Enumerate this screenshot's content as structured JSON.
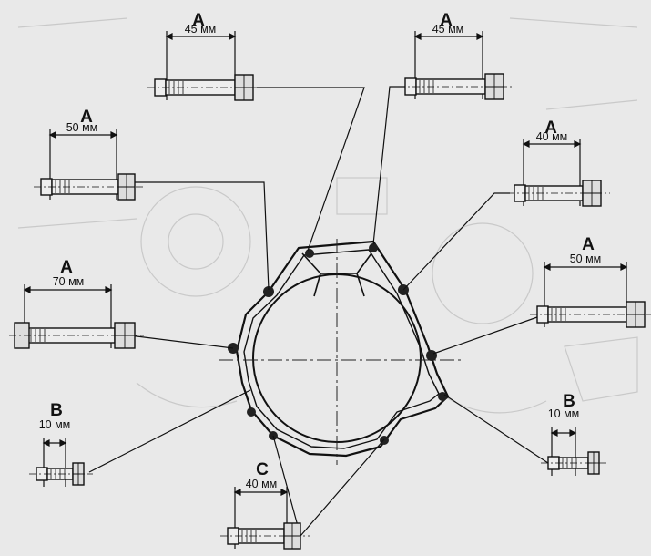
{
  "labels": {
    "b1": {
      "letter": "A",
      "size": "45 мм"
    },
    "b2": {
      "letter": "A",
      "size": "45 мм"
    },
    "b3": {
      "letter": "A",
      "size": "50 мм"
    },
    "b4": {
      "letter": "A",
      "size": "40 мм"
    },
    "b5": {
      "letter": "A",
      "size": "70 мм"
    },
    "b6": {
      "letter": "A",
      "size": "50 мм"
    },
    "b7": {
      "letter": "B",
      "size": "10 мм"
    },
    "b8": {
      "letter": "B",
      "size": "10 мм"
    },
    "b9": {
      "letter": "C",
      "size": "40 мм"
    }
  },
  "colors": {
    "background": "#e9e9e9",
    "ink": "#111111",
    "ghost": "#c9c9c9"
  }
}
